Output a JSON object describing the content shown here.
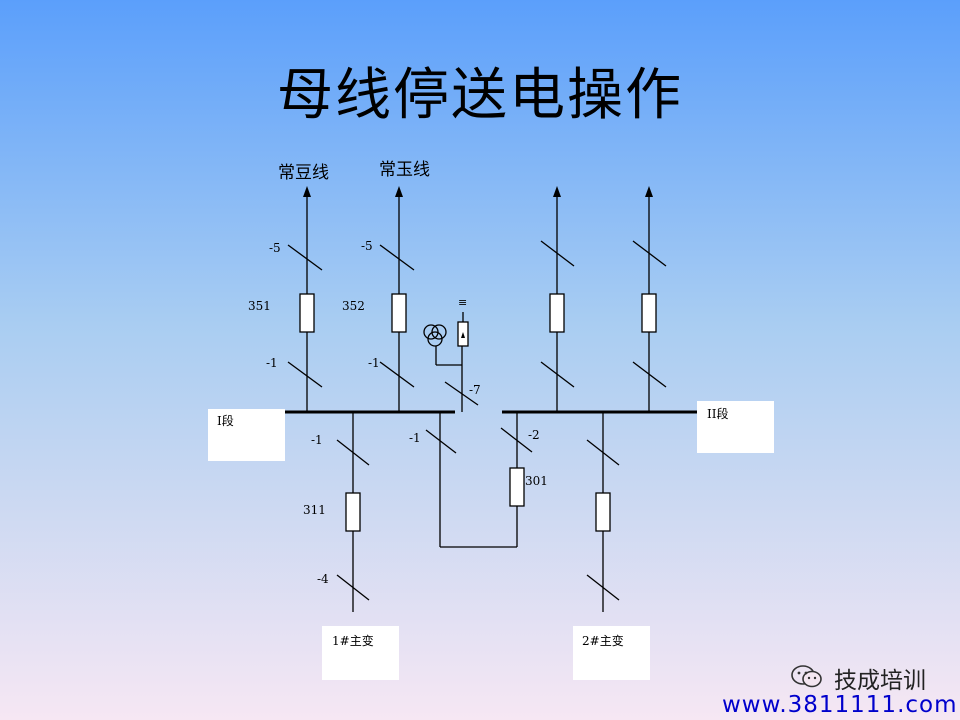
{
  "title": "母线停送电操作",
  "feeders": {
    "changdou": "常豆线",
    "changyu": "常玉线"
  },
  "labels": {
    "d5a": "-5",
    "d5b": "-5",
    "b351": "351",
    "b352": "352",
    "d1a": "-1",
    "d1b": "-1",
    "d7": "-7",
    "d1c": "-1",
    "d1d": "-1",
    "d2": "-2",
    "b301": "301",
    "b311": "311",
    "d4": "-4",
    "pt_symbol": "≡"
  },
  "bus": {
    "seg1": "I段",
    "seg2": "II段"
  },
  "transformers": {
    "t1": "1#主变",
    "t2": "2#主变"
  },
  "watermark": {
    "brand": "技成培训",
    "url": "www.3811111.com"
  }
}
